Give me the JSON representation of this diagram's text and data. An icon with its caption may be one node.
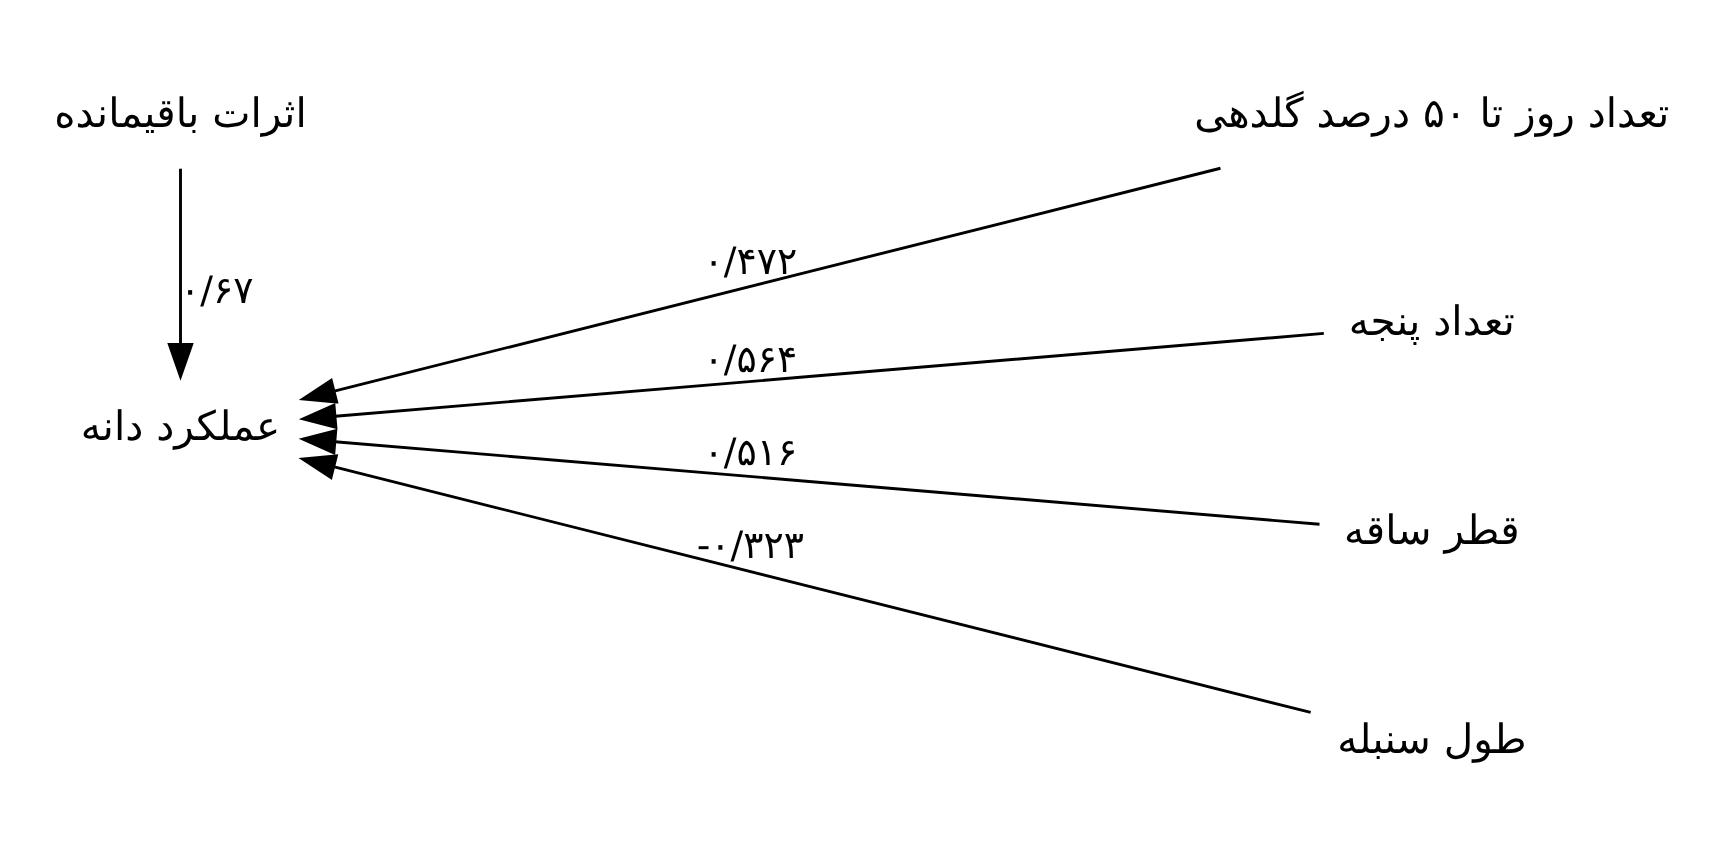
{
  "diagram": {
    "nodes": [
      {
        "text": [
          "تعداد روز تا ۵۰ درصد گلدهی"
        ]
      },
      {
        "text": [
          "تعداد پنجه"
        ]
      },
      {
        "text": [
          "عملکرد دانه"
        ]
      },
      {
        "text": [
          "قطر ساقه"
        ]
      },
      {
        "text": [
          "طول سنبله"
        ]
      },
      {
        "text": [
          "اثرات باقیمانده"
        ]
      }
    ],
    "edges": [
      {
        "from": 0,
        "to": 2,
        "arrow": "to",
        "label": "۰/۴۷۲"
      },
      {
        "from": 1,
        "to": 2,
        "arrow": "to",
        "label": "۰/۵۶۴"
      },
      {
        "from": 3,
        "to": 2,
        "arrow": "to",
        "label": "۰/۵۱۶"
      },
      {
        "from": 4,
        "to": 2,
        "arrow": "to",
        "label": "-۰/۳۲۳"
      },
      {
        "from": 5,
        "to": 2,
        "arrow": "to",
        "label": "۰/۶۷"
      }
    ]
  }
}
